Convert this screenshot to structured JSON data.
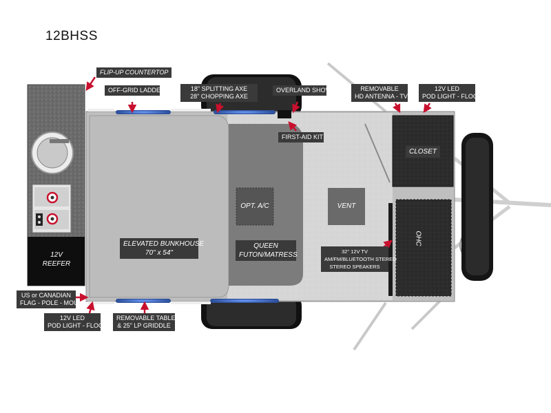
{
  "model": "12BHSS",
  "callouts": {
    "flip_up_countertop": "FLIP-UP COUNTERTOP",
    "off_grid_ladder": "OFF-GRID LADDER",
    "axe_line1": "18\" SPLITTING AXE",
    "axe_line2": "28\" CHOPPING AXE",
    "overland_shovel": "OVERLAND SHOVEL",
    "first_aid_kit": "FIRST-AID KIT",
    "antenna_line1": "REMOVABLE",
    "antenna_line2": "HD ANTENNA - TV",
    "pod_light_top_line1": "12V LED",
    "pod_light_top_line2": "POD LIGHT - FLOOD",
    "flag_line1": "US or CANADIAN",
    "flag_line2": "FLAG - POLE - MOUNT",
    "pod_light_bottom_line1": "12V LED",
    "pod_light_bottom_line2": "POD LIGHT - FLOOD",
    "table_line1": "REMOVABLE TABLE",
    "table_line2": "& 25\" LP GRIDDLE"
  },
  "rooms": {
    "closet": "CLOSET",
    "opt_ac": "OPT. A/C",
    "vent": "VENT",
    "ohc": "OHC",
    "reefer_line1": "12V",
    "reefer_line2": "REEFER",
    "bunkhouse_line1": "ELEVATED BUNKHOUSE",
    "bunkhouse_line2": "70\" x 54\"",
    "futon_line1": "QUEEN",
    "futon_line2": "FUTON/MATRESS",
    "tv_line1": "32\" 12V TV",
    "tv_line2": "AM/FM/BLUETOOTH STEREO",
    "tv_line3": "STEREO SPEAKERS"
  },
  "colors": {
    "callout_bg": "#3a3a3a",
    "arrow": "#c8102e",
    "floor_light": "#cfcfcf",
    "bunk": "#bdbdbd",
    "futon": "#7d7d7d",
    "dark_cabinet": "#2a2a2a",
    "window_glow": "#4a7fd8"
  }
}
